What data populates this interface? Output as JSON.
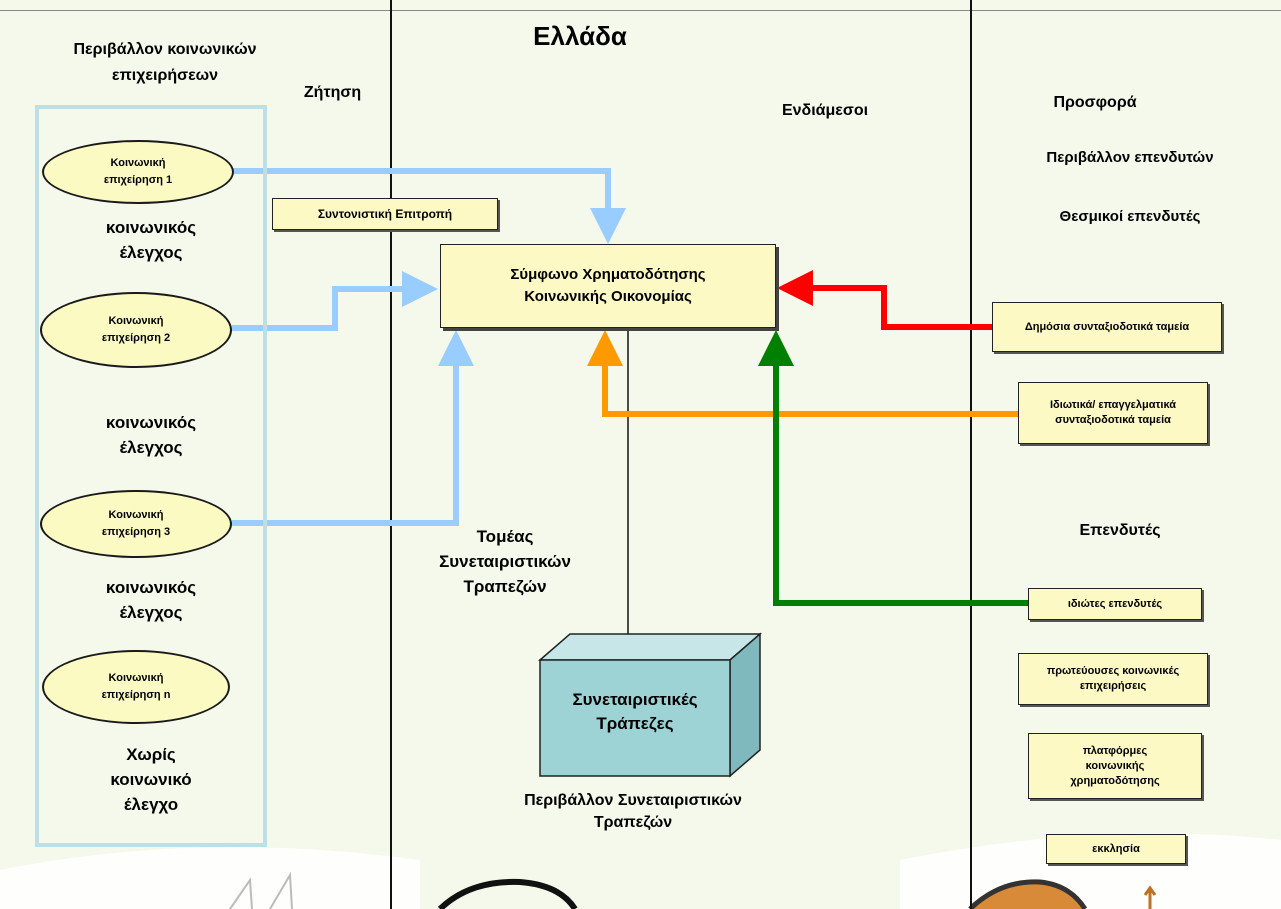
{
  "title": "Ελλάδα",
  "left": {
    "header_lines": [
      "Περιβάλλον κοινωνικών",
      "επιχειρήσεων"
    ],
    "demand": "Ζήτηση",
    "enterprises": [
      {
        "lines": [
          "Κοινωνική",
          "επιχείρηση 1"
        ]
      },
      {
        "lines": [
          "Κοινωνική",
          "επιχείρηση 2"
        ]
      },
      {
        "lines": [
          "Κοινωνική",
          "επιχείρηση 3"
        ]
      },
      {
        "lines": [
          "Κοινωνική",
          "επιχείρηση n"
        ]
      }
    ],
    "controls": [
      {
        "lines": [
          "κοινωνικός",
          "έλεγχος"
        ]
      },
      {
        "lines": [
          "κοινωνικός",
          "έλεγχος"
        ]
      },
      {
        "lines": [
          "κοινωνικός",
          "έλεγχος"
        ]
      },
      {
        "lines": [
          "Χωρίς",
          "κοινωνικό",
          "έλεγχο"
        ]
      }
    ]
  },
  "middle": {
    "intermediaries": "Ενδιάμεσοι",
    "committee": "Συντονιστική Επιτροπή",
    "pact_lines": [
      "Σύμφωνο Χρηματοδότησης",
      "Κοινωνικής Οικονομίας"
    ],
    "sector_lines": [
      "Τομέας",
      "Συνεταιριστικών",
      "Τραπεζών"
    ],
    "banks_lines": [
      "Συνεταιριστικές",
      "Τράπεζες"
    ],
    "banks_env_lines": [
      "Περιβάλλον Συνεταιριστικών",
      "Τραπεζών"
    ]
  },
  "right": {
    "supply": "Προσφορά",
    "investor_env": "Περιβάλλον επενδυτών",
    "institutional": "Θεσμικοί επενδυτές",
    "investors": "Επενδυτές",
    "public_funds": "Δημόσια συνταξιοδοτικά ταμεία",
    "private_funds_lines": [
      "Ιδιωτικά/ επαγγελματικά",
      "συνταξιοδοτικά ταμεία"
    ],
    "private_investors": "ιδιώτες επενδυτές",
    "leading_lines": [
      "πρωτεύουσες κοινωνικές",
      "επιχειρήσεις"
    ],
    "platforms_lines": [
      "πλατφόρμες",
      "κοινωνικής",
      "χρηματοδότησης"
    ],
    "church": "εκκλησία"
  },
  "colors": {
    "blue_arrow": "#99ccff",
    "red_arrow": "#ff0000",
    "orange_arrow": "#ff9900",
    "green_arrow": "#008000",
    "box_fill": "#fcf9c4",
    "cube_fill": "#9ed3d6",
    "panel_border": "#bde0e6"
  }
}
